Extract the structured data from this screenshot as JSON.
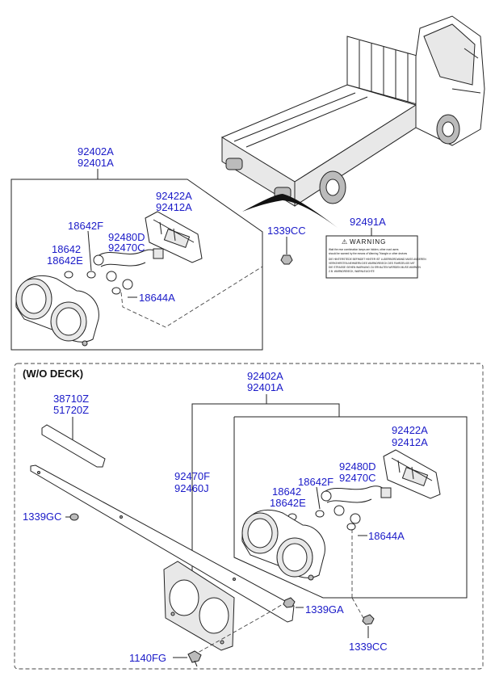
{
  "top_section": {
    "assembly_label_1": "92402A",
    "assembly_label_2": "92401A",
    "harness_label_1": "92422A",
    "harness_label_2": "92412A",
    "bulb_label_f": "18642F",
    "bulb_label_1": "18642",
    "bulb_label_e": "18642E",
    "socket_label_1": "92480D",
    "socket_label_2": "92470C",
    "bulb_small_label": "18644A",
    "nut_label": "1339CC",
    "warning_part_label": "92491A",
    "warning_title": "WARNING",
    "warning_body": [
      "Wait the rear combination lamps are hidden, other road users",
      "should be warned by the means of Warning Triangle or other devices",
      "DIE HINTERSTEDE BEFINDET HINTER IST LUDERBORDWAND MUSS ANDEREN",
      "VERKEHRSTEILNEHMERN DES WARNDREIECK DES FAHRZEUGS MIT",
      "DIE STRASSE GEHEN WARNUNG ZU ERHALTEN WERDEN MUSS WARNEN",
      "Z.B. WARNDREIECK, WARNLEUCHTE"
    ]
  },
  "bottom_section": {
    "title": "(W/O DECK)",
    "assembly_label_1": "92402A",
    "assembly_label_2": "92401A",
    "strip_label_1": "38710Z",
    "strip_label_2": "51720Z",
    "bracket_label_1": "92470F",
    "bracket_label_2": "92460J",
    "harness_label_1": "92422A",
    "harness_label_2": "92412A",
    "socket_label_1": "92480D",
    "socket_label_2": "92470C",
    "bulb_label_f": "18642F",
    "bulb_label_1": "18642",
    "bulb_label_e": "18642E",
    "bulb_small_label": "18644A",
    "clip_label": "1339GC",
    "nut_label_ga": "1339GA",
    "nut_label_cc": "1339CC",
    "bolt_label": "1140FG"
  }
}
